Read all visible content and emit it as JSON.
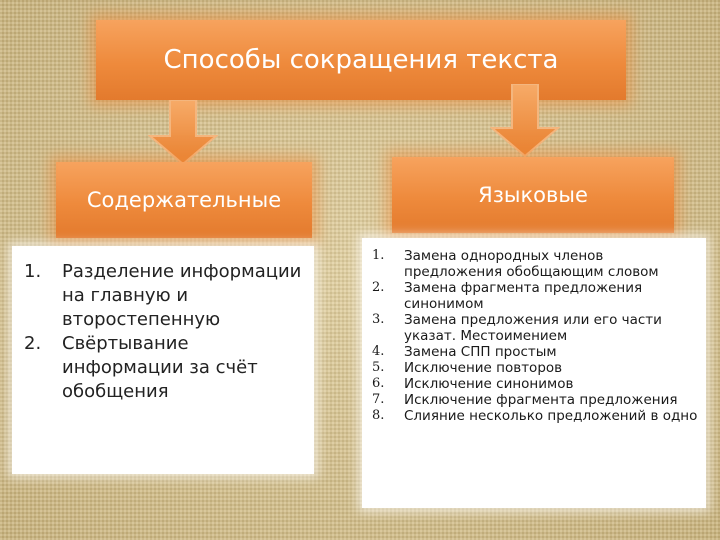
{
  "title": "Способы сокращения текста",
  "left": {
    "heading": "Содержательные",
    "items": [
      {
        "num": "1.",
        "text": "Разделение информации на главную и второстепенную"
      },
      {
        "num": "2.",
        "text": "Свёртывание информации за счёт обобщения"
      }
    ]
  },
  "right": {
    "heading": "Языковые",
    "items": [
      {
        "num": "1.",
        "text": "Замена однородных членов предложения обобщающим словом"
      },
      {
        "num": "2.",
        "text": "Замена фрагмента предложения синонимом"
      },
      {
        "num": "3.",
        "text": "Замена предложения или его части указат. Местоимением"
      },
      {
        "num": "4.",
        "text": "Замена СПП простым"
      },
      {
        "num": "5.",
        "text": "Исключение повторов"
      },
      {
        "num": "6.",
        "text": "Исключение синонимов"
      },
      {
        "num": "7.",
        "text": "Исключение фрагмента предложения"
      },
      {
        "num": "8.",
        "text": "Слияние несколько предложений в одно"
      }
    ]
  },
  "colors": {
    "box": "#ee8a3c",
    "arrow": "#f19a4e",
    "background": "#d9c48e",
    "panel": "#ffffff"
  }
}
